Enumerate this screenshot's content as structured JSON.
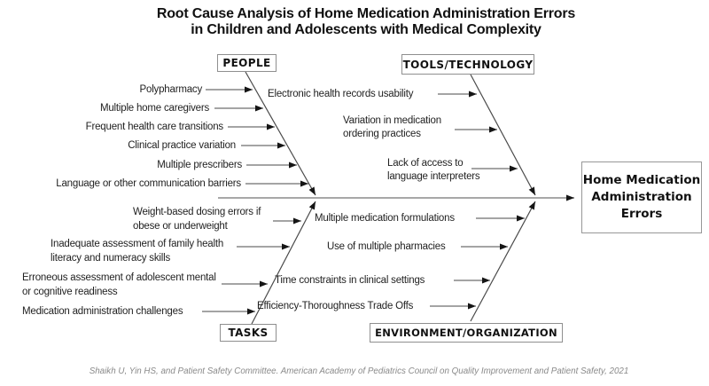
{
  "title": {
    "line1": "Root Cause Analysis of Home Medication Administration Errors",
    "line2": "in Children and Adolescents with Medical Complexity"
  },
  "result_box": {
    "label": "Home Medication\nAdministration\nErrors"
  },
  "branches": {
    "people": {
      "label": "PEOPLE",
      "items": [
        "Polypharmacy",
        "Multiple home caregivers",
        "Frequent health care transitions",
        "Clinical practice variation",
        "Multiple prescribers",
        "Language or other communication barriers"
      ]
    },
    "tools": {
      "label": "TOOLS/TECHNOLOGY",
      "items": [
        "Electronic health records usability",
        "Variation in medication\nordering practices",
        "Lack of access to\nlanguage interpreters"
      ]
    },
    "tasks": {
      "label": "TASKS",
      "items": [
        "Weight-based dosing errors if\nobese or underweight",
        "Inadequate assessment of family health\nliteracy and numeracy skills",
        "Erroneous assessment of adolescent mental\nor cognitive readiness",
        "Medication administration challenges"
      ]
    },
    "environment": {
      "label": "ENVIRONMENT/ORGANIZATION",
      "items": [
        "Multiple medication formulations",
        "Use of multiple pharmacies",
        "Time constraints in clinical settings",
        "Efficiency-Thoroughness Trade Offs"
      ]
    }
  },
  "footer": {
    "citation": "Shaikh U, Yin HS, and Patient Safety Committee. American Academy of Pediatrics Council on Quality Improvement and Patient Safety, 2021"
  },
  "colors": {
    "spine": "#8c8c8c",
    "bone": "#4a4a4a",
    "arrowhead": "#151515",
    "box_border": "#8f8f8f",
    "text": "#1f1f1f",
    "footer_text": "#8a8a8a"
  }
}
